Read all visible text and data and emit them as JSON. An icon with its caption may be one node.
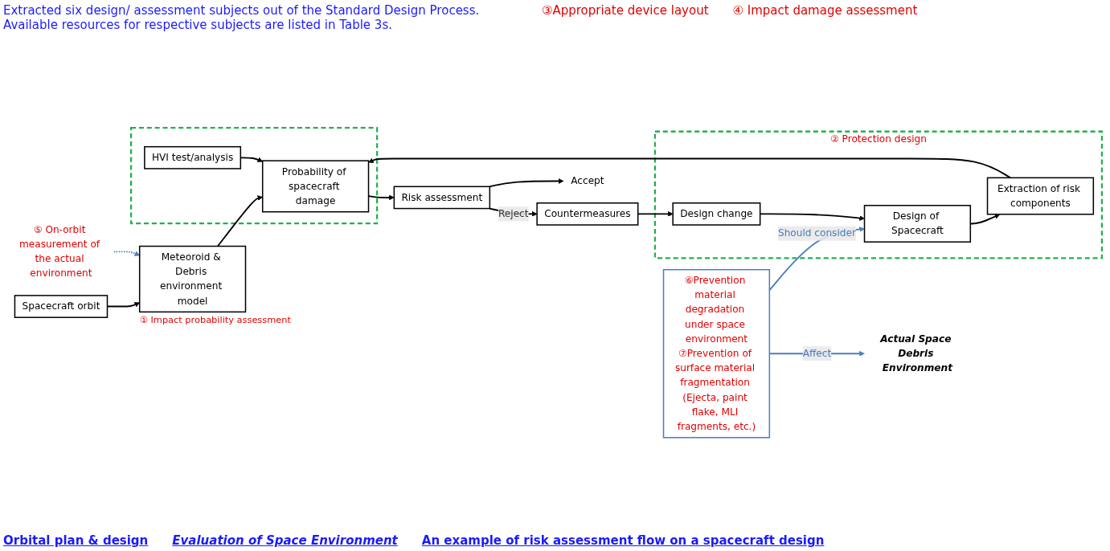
{
  "diagram": {
    "nodes": [
      {
        "text": [
          "Spacecraft orbit"
        ]
      },
      {
        "text": [
          "Meteoroid & Debris environment model"
        ],
        "beside": [
          "① Impact probability assessment"
        ]
      },
      {
        "text": [
          "② Protection design"
        ]
      },
      {
        "text": [
          "Design of Spacecraft"
        ],
        "in": 2
      },
      {
        "text": [
          "Design change"
        ],
        "in": 2
      },
      {
        "text": [
          "Extraction of risk components"
        ],
        "in": 2
      },
      {
        "text": [],
        "shape": "box"
      },
      {
        "text": [
          "Probability of spacecraft damage"
        ],
        "in": 6
      },
      {
        "text": [
          "HVI test/analysis"
        ],
        "in": 6
      },
      {
        "text": [
          "Risk assessment"
        ]
      },
      {
        "text": [
          "Countermeasures"
        ]
      },
      {
        "text": [
          "Accept"
        ]
      },
      {
        "text": [
          "Actual Space Debris Environment"
        ]
      },
      {
        "text": [
          "⑥Prevention material degradation under space environment",
          "⑦Prevention of surface material fragmentation (Ejecta, paint flake, MLI fragments, etc.)"
        ]
      },
      {
        "text": [
          "⑤ On-orbit measurement of the actual environment"
        ]
      }
    ],
    "edges": [
      {
        "from": 0,
        "to": 1,
        "arrow": "to"
      },
      {
        "from": 1,
        "to": 7,
        "arrow": "to"
      },
      {
        "from": 3,
        "to": 5,
        "arrow": "to"
      },
      {
        "from": 5,
        "to": 7,
        "arrow": "to"
      },
      {
        "from": 8,
        "to": 7,
        "arrow": "to"
      },
      {
        "from": 4,
        "to": 3,
        "arrow": "to"
      },
      {
        "from": 7,
        "to": 9,
        "arrow": "to"
      },
      {
        "from": 9,
        "to": 10,
        "arrow": "to",
        "label": "Reject"
      },
      {
        "from": 10,
        "to": 4,
        "arrow": "to"
      },
      {
        "from": 9,
        "to": 11,
        "arrow": "to"
      },
      {
        "from": 14,
        "to": 1,
        "arrow": "to",
        "style": "dashed",
        "color": "#4a7ebb"
      },
      {
        "from": 13,
        "to": 12,
        "arrow": "to",
        "label": "Affect",
        "color": "#4a7ebb"
      },
      {
        "from": 13,
        "to": 3,
        "arrow": "to",
        "label": "Should consider",
        "color": "#4a7ebb"
      }
    ],
    "labels": [
      "Extracted six design/ assessment subjects out of the Standard Design Process. Available resources for respective subjects are listed in Table 3s.",
      "③Appropriate device layout",
      "④ Impact damage assessment",
      "Orbital plan & design",
      "Evaluation of Space Environment",
      "An example of risk assessment flow on a spacecraft design"
    ]
  }
}
